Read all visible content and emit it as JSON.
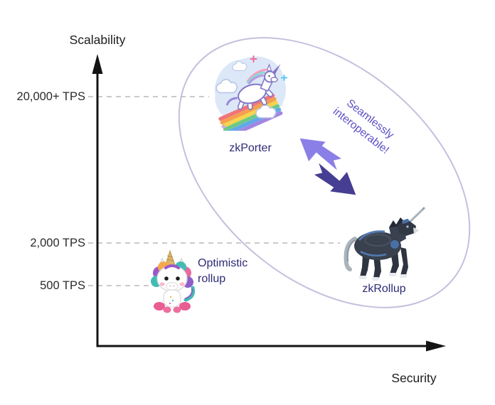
{
  "figure": {
    "y_axis": {
      "label": "Scalability",
      "ticks": [
        "20,000+ TPS",
        "2,000 TPS",
        "500 TPS"
      ]
    },
    "x_axis": {
      "label": "Security"
    }
  },
  "solutions": [
    {
      "name": "zkPorter",
      "tps": "20,000+ TPS",
      "illustration": "rainbow-unicorn-in-clouds"
    },
    {
      "name": "zkRollup",
      "tps": "2,000 TPS",
      "illustration": "armored-robot-unicorn"
    },
    {
      "name": "Optimistic\nrollup",
      "tps": "500 TPS",
      "illustration": "cute-baby-unicorn"
    }
  ],
  "annotation": {
    "text": "Seamlessly\ninteroperable!"
  },
  "colors": {
    "arrow_light": "#8a7fe6",
    "arrow_dark": "#453e92",
    "ellipse_stroke": "#c4c0de",
    "annotation_text": "#5a4fc6",
    "solution_label": "#2e2b75",
    "axis": "#141414",
    "gridline": "#b8b8b8"
  },
  "chart_data": {
    "type": "scatter",
    "title": "",
    "xlabel": "Security",
    "ylabel": "Scalability",
    "x_axis_qualitative": true,
    "y_tick_labels": [
      "500 TPS",
      "2,000 TPS",
      "20,000+ TPS"
    ],
    "points": [
      {
        "label": "zkPorter",
        "y_label": "20,000+ TPS",
        "x_frac": 0.44,
        "y_frac": 0.86,
        "marker": "rainbow-unicorn-illustration"
      },
      {
        "label": "zkRollup",
        "y_label": "2,000 TPS",
        "x_frac": 0.83,
        "y_frac": 0.35,
        "marker": "robot-unicorn-illustration"
      },
      {
        "label": "Optimistic rollup",
        "y_label": "500 TPS",
        "x_frac": 0.22,
        "y_frac": 0.2,
        "marker": "baby-unicorn-illustration"
      }
    ],
    "annotations": [
      {
        "text": "Seamlessly interoperable!",
        "applies_to": [
          "zkPorter",
          "zkRollup"
        ],
        "shape": "light purple ellipse grouping, rotated ~40deg",
        "extra": "two opposing bent swap arrows between the grouped points"
      }
    ],
    "grid": "dashed horizontal leader lines from each y tick to its point",
    "legend": "none"
  }
}
